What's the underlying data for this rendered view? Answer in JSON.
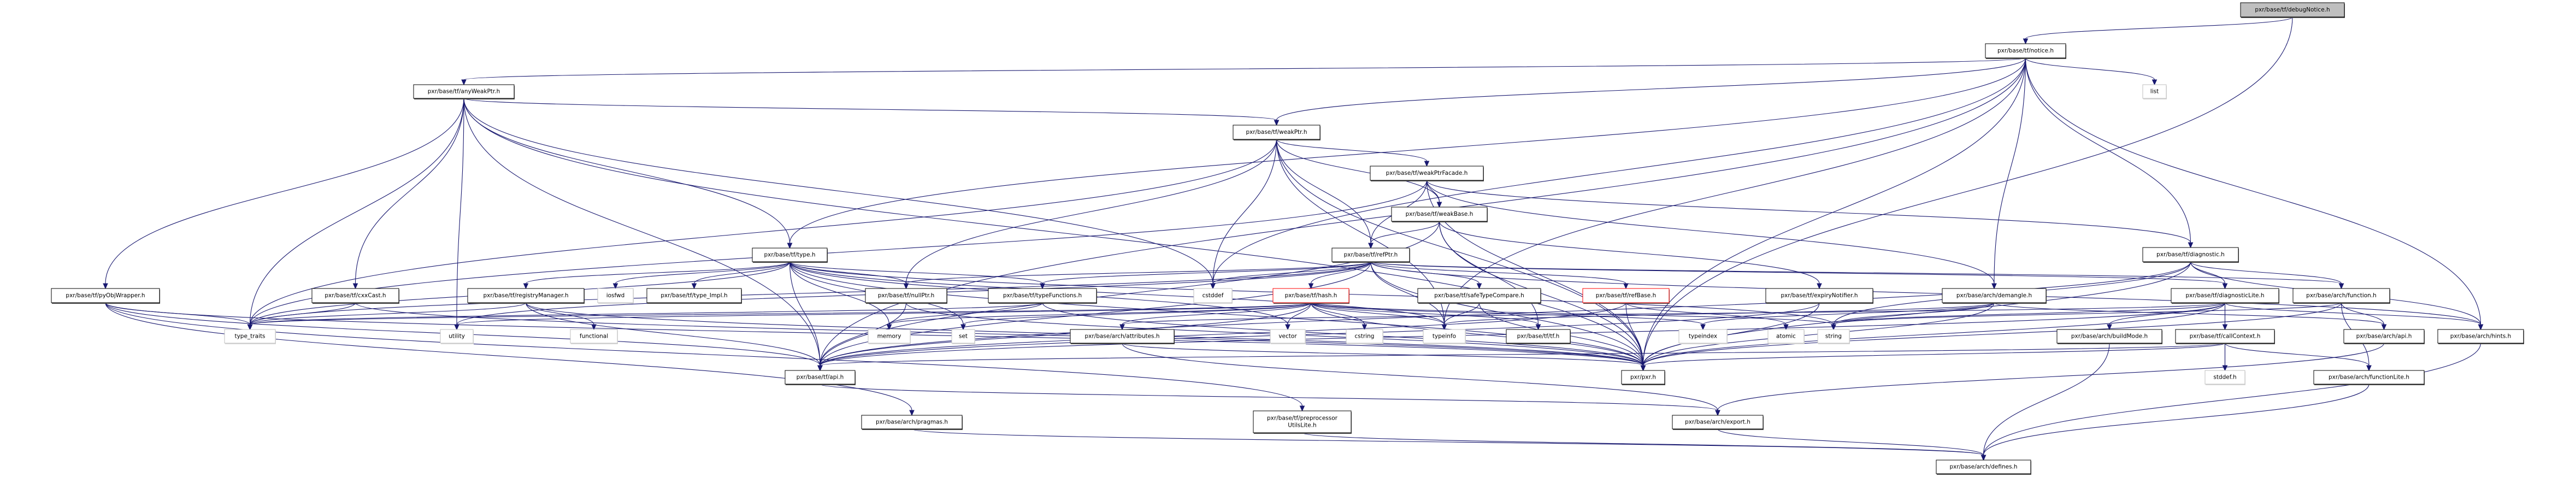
{
  "graph": {
    "edge_color": "#191970",
    "root_fill": "#bfbfbf",
    "truncated_border": "#ff0000",
    "nodes": [
      {
        "id": "debugNotice",
        "label": "pxr/base/tf/debugNotice.h",
        "kind": "root"
      },
      {
        "id": "notice",
        "label": "pxr/base/tf/notice.h",
        "kind": "header"
      },
      {
        "id": "list",
        "label": "list",
        "kind": "system"
      },
      {
        "id": "anyWeakPtr",
        "label": "pxr/base/tf/anyWeakPtr.h",
        "kind": "header"
      },
      {
        "id": "weakPtr",
        "label": "pxr/base/tf/weakPtr.h",
        "kind": "header"
      },
      {
        "id": "weakPtrFacade",
        "label": "pxr/base/tf/weakPtrFacade.h",
        "kind": "header"
      },
      {
        "id": "weakBase",
        "label": "pxr/base/tf/weakBase.h",
        "kind": "header"
      },
      {
        "id": "type",
        "label": "pxr/base/tf/type.h",
        "kind": "header"
      },
      {
        "id": "refPtr",
        "label": "pxr/base/tf/refPtr.h",
        "kind": "header"
      },
      {
        "id": "diagnostic",
        "label": "pxr/base/tf/diagnostic.h",
        "kind": "header"
      },
      {
        "id": "pyObjWrapper",
        "label": "pxr/base/tf/pyObjWrapper.h",
        "kind": "header"
      },
      {
        "id": "cxxCast",
        "label": "pxr/base/tf/cxxCast.h",
        "kind": "header"
      },
      {
        "id": "registryManager",
        "label": "pxr/base/tf/registryManager.h",
        "kind": "header"
      },
      {
        "id": "iosfwd",
        "label": "iosfwd",
        "kind": "system"
      },
      {
        "id": "typeImpl",
        "label": "pxr/base/tf/type_Impl.h",
        "kind": "header"
      },
      {
        "id": "nullPtr",
        "label": "pxr/base/tf/nullPtr.h",
        "kind": "header"
      },
      {
        "id": "typeFunctions",
        "label": "pxr/base/tf/typeFunctions.h",
        "kind": "header"
      },
      {
        "id": "cstddef",
        "label": "cstddef",
        "kind": "system"
      },
      {
        "id": "hash",
        "label": "pxr/base/tf/hash.h",
        "kind": "truncated"
      },
      {
        "id": "safeTypeCompare",
        "label": "pxr/base/tf/safeTypeCompare.h",
        "kind": "header"
      },
      {
        "id": "refBase",
        "label": "pxr/base/tf/refBase.h",
        "kind": "truncated"
      },
      {
        "id": "expiryNotifier",
        "label": "pxr/base/tf/expiryNotifier.h",
        "kind": "header"
      },
      {
        "id": "demangle",
        "label": "pxr/base/arch/demangle.h",
        "kind": "header"
      },
      {
        "id": "diagnosticLite",
        "label": "pxr/base/tf/diagnosticLite.h",
        "kind": "header"
      },
      {
        "id": "function",
        "label": "pxr/base/arch/function.h",
        "kind": "header"
      },
      {
        "id": "typeTraits",
        "label": "type_traits",
        "kind": "system"
      },
      {
        "id": "utility",
        "label": "utility",
        "kind": "system"
      },
      {
        "id": "functional",
        "label": "functional",
        "kind": "system"
      },
      {
        "id": "memory",
        "label": "memory",
        "kind": "system"
      },
      {
        "id": "set",
        "label": "set",
        "kind": "system"
      },
      {
        "id": "attributes",
        "label": "pxr/base/arch/attributes.h",
        "kind": "header"
      },
      {
        "id": "vector",
        "label": "vector",
        "kind": "system"
      },
      {
        "id": "cstring",
        "label": "cstring",
        "kind": "system"
      },
      {
        "id": "typeinfo",
        "label": "typeinfo",
        "kind": "system"
      },
      {
        "id": "tf",
        "label": "pxr/base/tf/tf.h",
        "kind": "header"
      },
      {
        "id": "typeindex",
        "label": "typeindex",
        "kind": "system"
      },
      {
        "id": "atomic",
        "label": "atomic",
        "kind": "system"
      },
      {
        "id": "string",
        "label": "string",
        "kind": "system"
      },
      {
        "id": "buildMode",
        "label": "pxr/base/arch/buildMode.h",
        "kind": "header"
      },
      {
        "id": "callContext",
        "label": "pxr/base/tf/callContext.h",
        "kind": "header"
      },
      {
        "id": "archApi",
        "label": "pxr/base/arch/api.h",
        "kind": "header"
      },
      {
        "id": "hints",
        "label": "pxr/base/arch/hints.h",
        "kind": "header"
      },
      {
        "id": "tfApi",
        "label": "pxr/base/tf/api.h",
        "kind": "header"
      },
      {
        "id": "pxr",
        "label": "pxr/pxr.h",
        "kind": "header"
      },
      {
        "id": "stddef",
        "label": "stddef.h",
        "kind": "system"
      },
      {
        "id": "functionLite",
        "label": "pxr/base/arch/functionLite.h",
        "kind": "header"
      },
      {
        "id": "preprocessorUtilsLite",
        "label": "pxr/base/tf/preprocessor\nUtilsLite.h",
        "kind": "header"
      },
      {
        "id": "pragmas",
        "label": "pxr/base/arch/pragmas.h",
        "kind": "header"
      },
      {
        "id": "export",
        "label": "pxr/base/arch/export.h",
        "kind": "header"
      },
      {
        "id": "defines",
        "label": "pxr/base/arch/defines.h",
        "kind": "header"
      }
    ],
    "edges": [
      [
        "debugNotice",
        "notice"
      ],
      [
        "debugNotice",
        "pxr"
      ],
      [
        "notice",
        "anyWeakPtr"
      ],
      [
        "notice",
        "weakPtr"
      ],
      [
        "notice",
        "type"
      ],
      [
        "notice",
        "diagnostic"
      ],
      [
        "notice",
        "list"
      ],
      [
        "notice",
        "demangle"
      ],
      [
        "notice",
        "hints"
      ],
      [
        "notice",
        "pxr"
      ],
      [
        "notice",
        "tfApi"
      ],
      [
        "notice",
        "typeinfo"
      ],
      [
        "notice",
        "cstddef"
      ],
      [
        "anyWeakPtr",
        "weakPtr"
      ],
      [
        "anyWeakPtr",
        "type"
      ],
      [
        "anyWeakPtr",
        "pyObjWrapper"
      ],
      [
        "anyWeakPtr",
        "cxxCast"
      ],
      [
        "anyWeakPtr",
        "typeTraits"
      ],
      [
        "anyWeakPtr",
        "utility"
      ],
      [
        "anyWeakPtr",
        "cstddef"
      ],
      [
        "anyWeakPtr",
        "tfApi"
      ],
      [
        "anyWeakPtr",
        "pxr"
      ],
      [
        "weakPtr",
        "weakPtrFacade"
      ],
      [
        "weakPtr",
        "weakBase"
      ],
      [
        "weakPtr",
        "refPtr"
      ],
      [
        "weakPtr",
        "nullPtr"
      ],
      [
        "weakPtr",
        "typeTraits"
      ],
      [
        "weakPtr",
        "cstddef"
      ],
      [
        "weakPtr",
        "typeinfo"
      ],
      [
        "weakPtr",
        "pxr"
      ],
      [
        "weakPtrFacade",
        "weakBase"
      ],
      [
        "weakPtrFacade",
        "refPtr"
      ],
      [
        "weakPtrFacade",
        "diagnostic"
      ],
      [
        "weakPtrFacade",
        "typeTraits"
      ],
      [
        "weakPtrFacade",
        "demangle"
      ],
      [
        "weakPtrFacade",
        "pxr"
      ],
      [
        "weakBase",
        "refPtr"
      ],
      [
        "weakBase",
        "expiryNotifier"
      ],
      [
        "weakBase",
        "tfApi"
      ],
      [
        "weakBase",
        "pxr"
      ],
      [
        "weakBase",
        "tf"
      ],
      [
        "refPtr",
        "hash"
      ],
      [
        "refPtr",
        "nullPtr"
      ],
      [
        "refPtr",
        "refBase"
      ],
      [
        "refPtr",
        "typeFunctions"
      ],
      [
        "refPtr",
        "safeTypeCompare"
      ],
      [
        "refPtr",
        "diagnosticLite"
      ],
      [
        "refPtr",
        "hints"
      ],
      [
        "refPtr",
        "cstddef"
      ],
      [
        "refPtr",
        "typeinfo"
      ],
      [
        "refPtr",
        "typeTraits"
      ],
      [
        "refPtr",
        "pxr"
      ],
      [
        "refPtr",
        "tfApi"
      ],
      [
        "refPtr",
        "function"
      ],
      [
        "refPtr",
        "utility"
      ],
      [
        "type",
        "registryManager"
      ],
      [
        "type",
        "iosfwd"
      ],
      [
        "type",
        "typeImpl"
      ],
      [
        "type",
        "nullPtr"
      ],
      [
        "type",
        "typeFunctions"
      ],
      [
        "type",
        "memory"
      ],
      [
        "type",
        "set"
      ],
      [
        "type",
        "vector"
      ],
      [
        "type",
        "string"
      ],
      [
        "type",
        "typeinfo"
      ],
      [
        "type",
        "typeTraits"
      ],
      [
        "type",
        "tfApi"
      ],
      [
        "type",
        "pxr"
      ],
      [
        "pyObjWrapper",
        "typeTraits"
      ],
      [
        "pyObjWrapper",
        "tfApi"
      ],
      [
        "pyObjWrapper",
        "pxr"
      ],
      [
        "pyObjWrapper",
        "pragmas"
      ],
      [
        "pyObjWrapper",
        "preprocessorUtilsLite"
      ],
      [
        "cxxCast",
        "typeTraits"
      ],
      [
        "cxxCast",
        "pxr"
      ],
      [
        "registryManager",
        "tfApi"
      ],
      [
        "registryManager",
        "pxr"
      ],
      [
        "registryManager",
        "functional"
      ],
      [
        "registryManager",
        "typeTraits"
      ],
      [
        "nullPtr",
        "tfApi"
      ],
      [
        "nullPtr",
        "pxr"
      ],
      [
        "typeFunctions",
        "pxr"
      ],
      [
        "typeFunctions",
        "memory"
      ],
      [
        "typeFunctions",
        "typeTraits"
      ],
      [
        "hash",
        "tf"
      ],
      [
        "hash",
        "pxr"
      ],
      [
        "hash",
        "tfApi"
      ],
      [
        "hash",
        "vector"
      ],
      [
        "hash",
        "cstring"
      ],
      [
        "hash",
        "typeinfo"
      ],
      [
        "hash",
        "typeindex"
      ],
      [
        "hash",
        "memory"
      ],
      [
        "hash",
        "set"
      ],
      [
        "hash",
        "string"
      ],
      [
        "hash",
        "utility"
      ],
      [
        "hash",
        "attributes"
      ],
      [
        "hash",
        "typeTraits"
      ],
      [
        "safeTypeCompare",
        "typeinfo"
      ],
      [
        "safeTypeCompare",
        "pxr"
      ],
      [
        "refBase",
        "atomic"
      ],
      [
        "refBase",
        "pxr"
      ],
      [
        "refBase",
        "tfApi"
      ],
      [
        "expiryNotifier",
        "tfApi"
      ],
      [
        "expiryNotifier",
        "pxr"
      ],
      [
        "demangle",
        "archApi"
      ],
      [
        "demangle",
        "pxr"
      ],
      [
        "demangle",
        "string"
      ],
      [
        "demangle",
        "typeinfo"
      ],
      [
        "demangle",
        "typeindex"
      ],
      [
        "diagnostic",
        "diagnosticLite"
      ],
      [
        "diagnostic",
        "function"
      ],
      [
        "diagnostic",
        "hints"
      ],
      [
        "diagnostic",
        "pxr"
      ],
      [
        "diagnostic",
        "tfApi"
      ],
      [
        "diagnostic",
        "string"
      ],
      [
        "diagnosticLite",
        "buildMode"
      ],
      [
        "diagnosticLite",
        "callContext"
      ],
      [
        "diagnosticLite",
        "stddef"
      ],
      [
        "diagnosticLite",
        "tfApi"
      ],
      [
        "diagnosticLite",
        "pxr"
      ],
      [
        "diagnosticLite",
        "attributes"
      ],
      [
        "diagnosticLite",
        "hints"
      ],
      [
        "diagnosticLite",
        "string"
      ],
      [
        "function",
        "archApi"
      ],
      [
        "function",
        "functionLite"
      ],
      [
        "function",
        "pxr"
      ],
      [
        "function",
        "string"
      ],
      [
        "attributes",
        "export"
      ],
      [
        "attributes",
        "pxr"
      ],
      [
        "buildMode",
        "defines"
      ],
      [
        "callContext",
        "pxr"
      ],
      [
        "callContext",
        "tfApi"
      ],
      [
        "callContext",
        "stddef"
      ],
      [
        "callContext",
        "functionLite"
      ],
      [
        "archApi",
        "export"
      ],
      [
        "hints",
        "defines"
      ],
      [
        "functionLite",
        "defines"
      ],
      [
        "tfApi",
        "export"
      ],
      [
        "pragmas",
        "defines"
      ],
      [
        "preprocessorUtilsLite",
        "defines"
      ],
      [
        "export",
        "defines"
      ]
    ]
  }
}
